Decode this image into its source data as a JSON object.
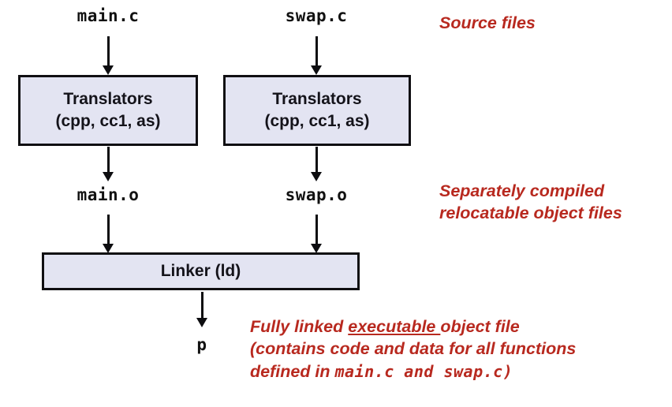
{
  "diagram": {
    "title": "Static linking compilation flow",
    "colors": {
      "box_fill": "#e3e4f2",
      "box_border": "#100f12",
      "annotation_red": "#b8291f",
      "text_black": "#111111",
      "background": "#ffffff"
    },
    "source_labels": [
      {
        "id": "main-c",
        "text": "main.c"
      },
      {
        "id": "swap-c",
        "text": "swap.c"
      }
    ],
    "translator_boxes": [
      {
        "id": "translator-left",
        "line1": "Translators",
        "line2": "(cpp, cc1, as)"
      },
      {
        "id": "translator-right",
        "line1": "Translators",
        "line2": "(cpp, cc1, as)"
      }
    ],
    "object_labels": [
      {
        "id": "main-o",
        "text": "main.o"
      },
      {
        "id": "swap-o",
        "text": "swap.o"
      }
    ],
    "linker_box": {
      "id": "linker",
      "label": "Linker (ld)"
    },
    "executable_label": {
      "id": "executable-p",
      "text": "p"
    },
    "annotations": {
      "source_files": "Source files",
      "relocatable": {
        "line1": "Separately compiled",
        "line2": "relocatable object files"
      },
      "executable": {
        "line1_a": "Fully linked ",
        "line1_underlined": "executable ",
        "line1_b": "object file",
        "line2": "(contains code and data for all functions",
        "line3_a": "defined in ",
        "line3_code1": "main.c",
        "line3_b": " ",
        "line3_code2": "and",
        "line3_c": " ",
        "line3_code3": "swap.c)"
      }
    }
  }
}
